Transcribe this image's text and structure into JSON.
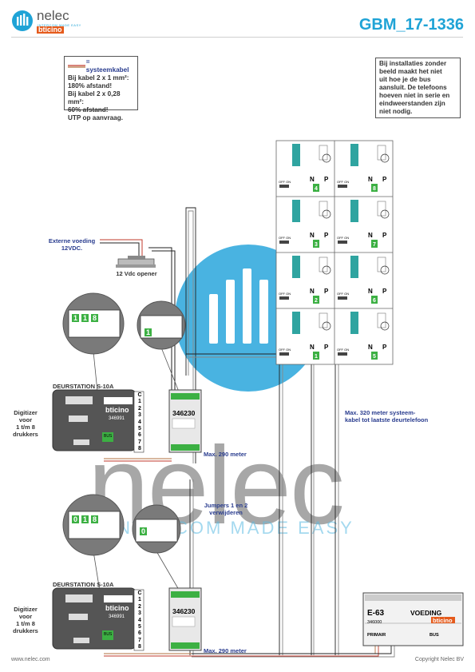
{
  "header": {
    "brand": "nelec",
    "brand_tagline": "INTERCOM MADE EASY",
    "sub_brand": "bticino",
    "doc_id": "GBM_17-1336"
  },
  "notes": {
    "left_title": "= systeemkabel",
    "left_lines": [
      "Bij kabel 2 x 1 mm²:",
      "180% afstand!",
      "Bij kabel 2 x 0,28 mm²:",
      "60% afstand!",
      "UTP op aanvraag."
    ],
    "right_lines": [
      "Bij installaties zonder",
      "beeld maakt het niet",
      "uit hoe je de bus",
      "aansluit. De telefoons",
      "hoeven niet in serie en",
      "eindweerstanden zijn",
      "niet nodig."
    ]
  },
  "labels": {
    "external_power": "Externe voeding",
    "external_power_v": "12VDC.",
    "opener": "12 Vdc opener",
    "door_station_1": "DEURSTATION S-10A",
    "door_station_2": "DEURSTATION S-10A",
    "digitizer": [
      "Digitizer",
      "voor",
      "1 t/m 8",
      "drukkers"
    ],
    "module_id": "346230",
    "door_model": "346991",
    "max_290_1": "Max. 290 meter",
    "max_290_2": "Max. 290 meter",
    "max_320_a": "Max. 320 meter systeem-",
    "max_320_b": "kabel tot laatste deurtelefoon",
    "jumpers_a": "Jumpers 1 en 2",
    "jumpers_b": "verwijderen",
    "psu_model": "E-63",
    "psu_label": "VOEDING",
    "psu_code": "346000",
    "psu_primair": "PRIMAIR",
    "psu_bus": "BUS",
    "bus_tag": "BUS",
    "phone_n": "N",
    "phone_p": "P",
    "phone_off": "OFF ON",
    "watermark": "nelec",
    "watermark_tag": "INTERCOM MADE EASY"
  },
  "zoom_digits": {
    "top_a": [
      "1",
      "1",
      "8"
    ],
    "top_b": "1",
    "bottom_a": [
      "0",
      "1",
      "8"
    ],
    "bottom_b": "0"
  },
  "phones": {
    "left_col": [
      "4",
      "3",
      "2",
      "1"
    ],
    "right_col": [
      "8",
      "7",
      "6",
      "5"
    ]
  },
  "terminals": [
    "C",
    "1",
    "2",
    "3",
    "4",
    "5",
    "6",
    "7",
    "8"
  ],
  "footer": {
    "url": "www.nelec.com",
    "copyright": "Copyright Nelec BV"
  },
  "colors": {
    "accent": "#1fa3d6",
    "label_blue": "#2a3d8f",
    "terminal_green": "#3cb043",
    "cable_red": "#c0392b",
    "cable_brown": "#b07040"
  }
}
